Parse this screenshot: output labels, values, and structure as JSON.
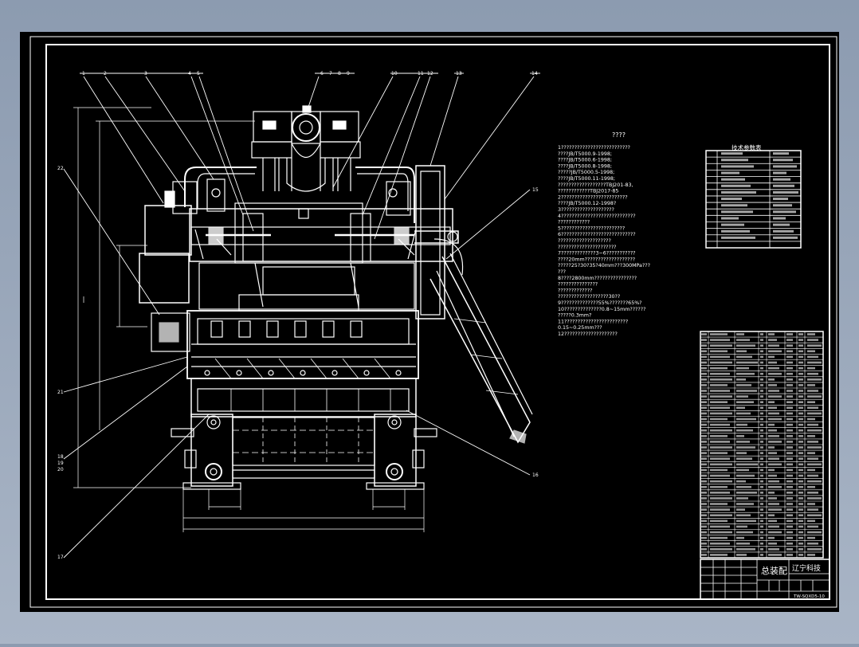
{
  "colors": {
    "background": "#9aa7ba",
    "sheet": "#000000",
    "line": "#ffffff",
    "border": "#ffffff"
  },
  "callouts": {
    "top": [
      "1",
      "2",
      "3",
      "4",
      "5",
      "6",
      "7",
      "8",
      "9",
      "10",
      "11",
      "12",
      "13",
      "14"
    ],
    "right": [
      "15",
      "16"
    ],
    "left": [
      "22",
      "21",
      "18",
      "19",
      "20",
      "17"
    ]
  },
  "tech_req": {
    "title": "????",
    "lines": [
      "1??????????????????????????",
      "   ????JB/T5000.9-1998;",
      "   ????JB/T5000.6-1998;",
      "   ????JB/T5000.8-1998;",
      "   ?????JB/T5000.5-1998;",
      "   ????JB/T5000.11-1998;",
      "   ??????????????????TBJ201-83,",
      "   ????????????TBJ2017-85",
      "2?????????????????????????",
      "   ????JB/T5000.12-1998?",
      "3????????????????????",
      "4????????????????????????????",
      "   ????????????",
      "5????????????????????????",
      "6????????????????????????????",
      "   ????????????????????",
      "   ??????????????????????",
      "7?????????????3~6???????????",
      "   ????20mm???????????????????",
      "   ?????25?30?35?40mm???300MPa???",
      "   ???",
      "8????2800mm????????????????",
      "   ???????????????",
      "   ?????????????",
      "   ???????????????????30??",
      "9??????????????55%???????65%?",
      "10??????????????0.8~15mm??????",
      "   ?????0.3mm?",
      "11????????????????????????",
      "   0.15~0.25mm???",
      "12????????????????????"
    ]
  },
  "param_table": {
    "title": "技术参数表"
  },
  "title_block": {
    "drawing_name": "总装配",
    "company": "辽宁科技",
    "drawing_no": "TW-SQXD5-10"
  }
}
